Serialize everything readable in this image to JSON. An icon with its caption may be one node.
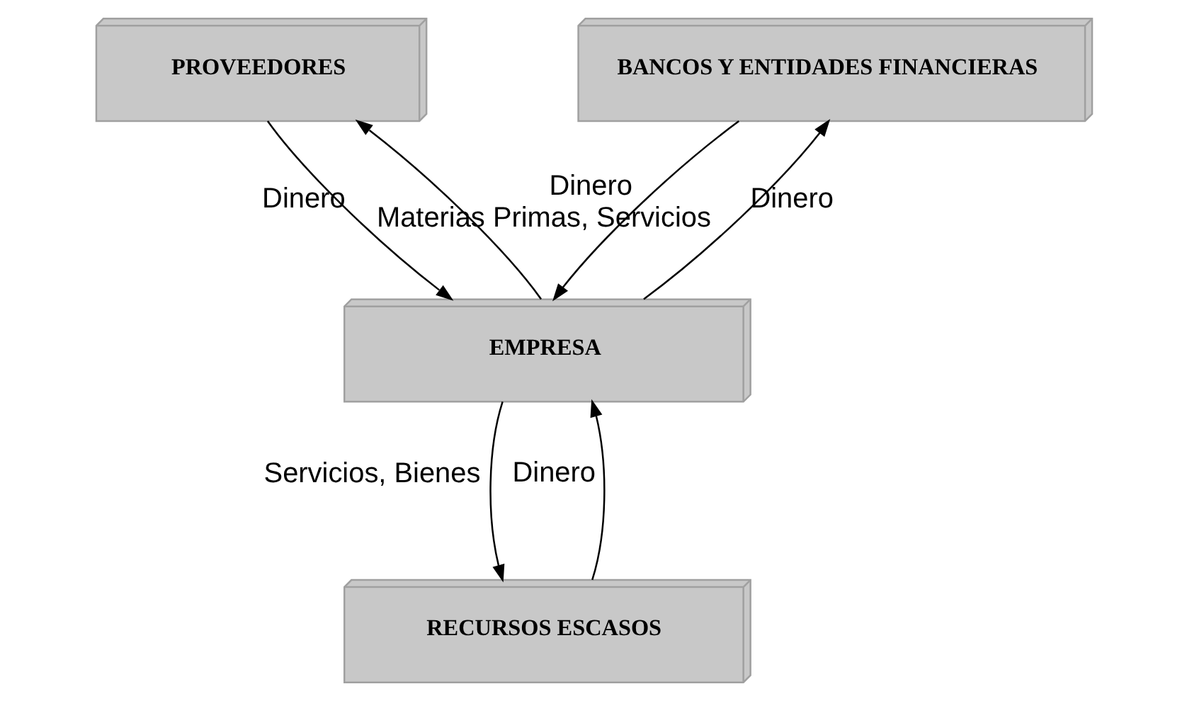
{
  "diagram": {
    "nodes": [
      {
        "text": [
          "PROVEEDORES"
        ]
      },
      {
        "text": [
          "BANCOS Y ENTIDADES FINANCIERAS"
        ]
      },
      {
        "text": [
          "EMPRESA"
        ]
      },
      {
        "text": [
          "RECURSOS ESCASOS"
        ]
      }
    ],
    "edges": [
      {
        "from": 2,
        "to": 0,
        "arrow": "to",
        "label": "Materias Primas, Servicios"
      },
      {
        "from": 0,
        "to": 2,
        "arrow": "to",
        "label": "Dinero"
      },
      {
        "from": 1,
        "to": 2,
        "arrow": "to",
        "label": "Dinero"
      },
      {
        "from": 2,
        "to": 1,
        "arrow": "to",
        "label": "Dinero"
      },
      {
        "from": 2,
        "to": 3,
        "arrow": "to",
        "label": "Servicios, Bienes"
      },
      {
        "from": 3,
        "to": 2,
        "arrow": "to",
        "label": "Dinero"
      }
    ]
  }
}
